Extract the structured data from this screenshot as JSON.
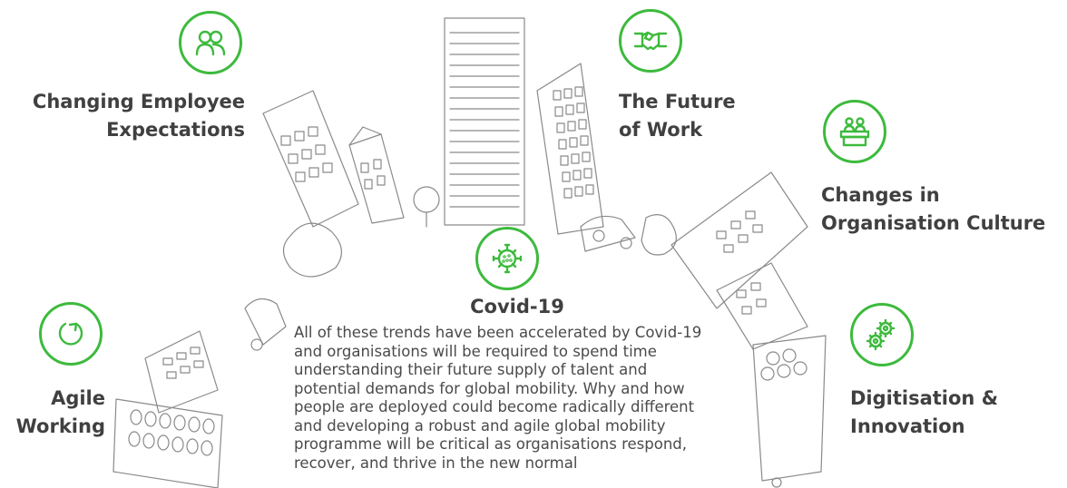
{
  "colors": {
    "accent": "#3dba3d",
    "line": "#8a8a8a",
    "text": "#404040"
  },
  "topics": [
    {
      "icon": "people-icon",
      "lines": [
        "Changing Employee",
        "Expectations"
      ]
    },
    {
      "icon": "handshake-icon",
      "lines": [
        "The Future",
        "of Work"
      ]
    },
    {
      "icon": "meeting-icon",
      "lines": [
        "Changes in",
        "Organisation Culture"
      ]
    },
    {
      "icon": "gears-icon",
      "lines": [
        "Digitisation &",
        "Innovation"
      ]
    },
    {
      "icon": "refresh-icon",
      "lines": [
        "Agile",
        "Working"
      ]
    }
  ],
  "center": {
    "icon": "virus-icon",
    "title": "Covid-19",
    "lines": [
      "All of these trends have been accelerated by Covid-19",
      "and organisations will be required to spend time",
      "understanding their future supply of talent and",
      "potential demands for global mobility. Why and how",
      "people are deployed could become radically different",
      "and developing a robust and agile global mobility",
      "programme will be critical as organisations respond,",
      "recover, and thrive in the new normal"
    ]
  }
}
